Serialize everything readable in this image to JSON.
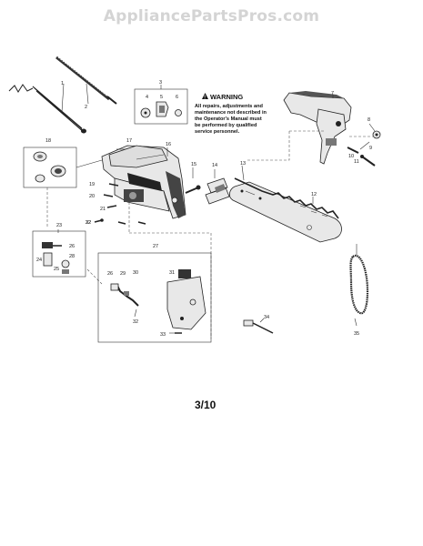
{
  "watermark": "AppliancePartsPros.com",
  "warning": {
    "title": "WARNING",
    "lines": [
      "All repairs, adjustments and",
      "maintenance not described in",
      "the Operator's Manual must",
      "be performed by qualified",
      "service personnel."
    ]
  },
  "page_label": "3/10",
  "callouts": {
    "c1": "1",
    "c2": "2",
    "c3": "3",
    "c4": "4",
    "c5": "5",
    "c6": "6",
    "c7": "7",
    "c8": "8",
    "c9": "9",
    "c10": "10",
    "c11": "11",
    "c12": "12",
    "c13": "13",
    "c14": "14",
    "c15": "15",
    "c16": "16",
    "c17": "17",
    "c18": "18",
    "c19": "19",
    "c20": "20",
    "c21": "21",
    "c22": "22",
    "c23": "23",
    "c24": "24",
    "c25": "25",
    "c26a": "26",
    "c26b": "26",
    "c27": "27",
    "c28": "28",
    "c29": "29",
    "c30": "30",
    "c31": "31",
    "c32a": "32",
    "c32b": "32",
    "c33": "33",
    "c34": "34",
    "c35": "35"
  }
}
